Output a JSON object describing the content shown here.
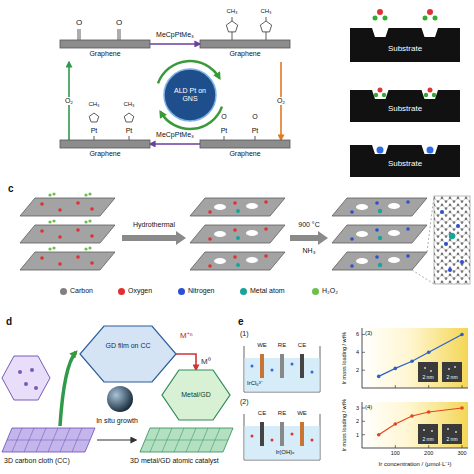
{
  "diagram": {
    "nodes": [
      {
        "text": [
          "Graphene"
        ]
      },
      {
        "text": [
          "Graphene"
        ]
      },
      {
        "text": [
          "Graphene"
        ]
      },
      {
        "text": [
          "Graphene"
        ]
      },
      {
        "text": [
          "ALD Pt on GNS"
        ]
      },
      {
        "text": [
          "Substrate"
        ]
      },
      {
        "text": [
          "Substrate"
        ]
      },
      {
        "text": [
          "Substrate"
        ]
      },
      {
        "text": [
          "GD film on CC"
        ]
      },
      {
        "text": [
          "Metal/GD"
        ]
      }
    ],
    "edges": [
      {
        "from": 0,
        "to": 1,
        "arrow": "to",
        "label": "MeCpPtMe₃"
      },
      {
        "from": 1,
        "to": 3,
        "arrow": "to",
        "label": "O₂"
      },
      {
        "from": 3,
        "to": 2,
        "arrow": "to",
        "label": "MeCpPtMe₃"
      },
      {
        "from": 2,
        "to": 0,
        "arrow": "to",
        "label": "O₂"
      },
      {
        "from": 8,
        "to": 9,
        "arrow": "to"
      }
    ],
    "labels": [
      "O",
      "O",
      "CH₃",
      "CH₃",
      "CH₃",
      "CH₃",
      "Pt",
      "Pt",
      "O",
      "O",
      "Pt",
      "Pt",
      "c",
      "Hydrothermal",
      "900 °C",
      "NH₃",
      "d",
      "M⁺ⁿ",
      "M⁰",
      "In situ growth",
      "3D carbon cloth (CC)",
      "3D metal/GD atomic catalyst",
      "e",
      "(1)",
      "WE",
      "RE",
      "CE",
      "IrCl₆³⁻",
      "(2)",
      "CE",
      "RE",
      "WE",
      "Ir(OH)ₓ",
      "(3)",
      "(4)",
      "Ir mass loading / wt%",
      "Ir mass loading / wt%",
      "2",
      "4",
      "6",
      "1",
      "2",
      "3",
      "100",
      "200",
      "300",
      "Ir concentration / (μmol·L⁻¹)",
      "2 nm",
      "2 nm",
      "2 nm",
      "2 nm"
    ],
    "legend": [
      {
        "text": "Carbon",
        "color": "#808080"
      },
      {
        "text": "Oxygen",
        "color": "#e03030"
      },
      {
        "text": "Nitrogen",
        "color": "#2d4fd0"
      },
      {
        "text": "Metal atom",
        "color": "#1aa39a"
      },
      {
        "text": "H₂O₂",
        "color": "#6cc04a"
      }
    ]
  }
}
